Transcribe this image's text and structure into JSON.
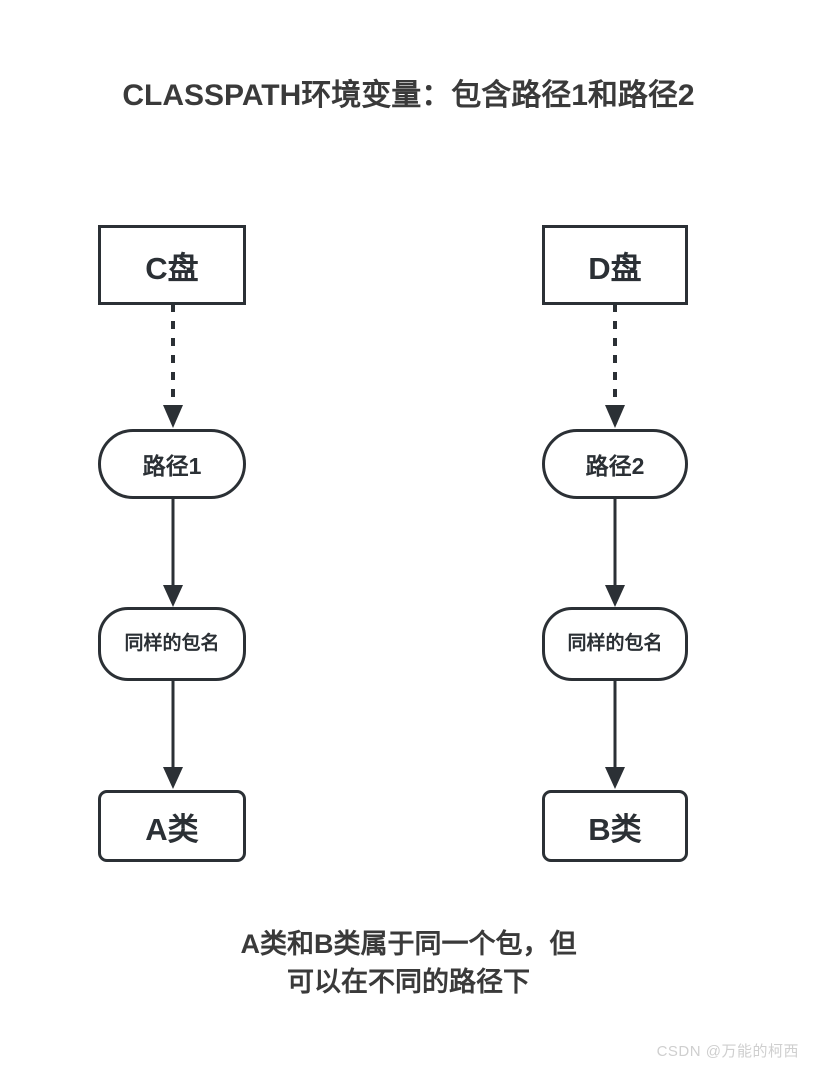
{
  "page": {
    "title": "CLASSPATH环境变量：包含路径1和路径2",
    "background_color": "#ffffff",
    "stroke_color": "#2b3035",
    "text_color": "#3a3a3a"
  },
  "caption": {
    "line1": "A类和B类属于同一个包，但",
    "line2": "可以在不同的路径下"
  },
  "watermark": {
    "text": "CSDN @万能的柯西",
    "color": "#cfcfcf"
  },
  "diagram": {
    "type": "flowchart",
    "columns": [
      {
        "id": "left",
        "nodes": [
          {
            "id": "c-drive",
            "label": "C盘",
            "shape": "rectangle"
          },
          {
            "id": "path-1",
            "label": "路径1",
            "shape": "rounded"
          },
          {
            "id": "package-left",
            "label": "同样的包名",
            "shape": "rounded"
          },
          {
            "id": "class-a",
            "label": "A类",
            "shape": "rounded-rect"
          }
        ],
        "edges": [
          {
            "from": "c-drive",
            "to": "path-1",
            "style": "dashed",
            "arrow": "filled-triangle"
          },
          {
            "from": "path-1",
            "to": "package-left",
            "style": "solid",
            "arrow": "filled-triangle"
          },
          {
            "from": "package-left",
            "to": "class-a",
            "style": "solid",
            "arrow": "filled-triangle"
          }
        ]
      },
      {
        "id": "right",
        "nodes": [
          {
            "id": "d-drive",
            "label": "D盘",
            "shape": "rectangle"
          },
          {
            "id": "path-2",
            "label": "路径2",
            "shape": "rounded"
          },
          {
            "id": "package-right",
            "label": "同样的包名",
            "shape": "rounded"
          },
          {
            "id": "class-b",
            "label": "B类",
            "shape": "rounded-rect"
          }
        ],
        "edges": [
          {
            "from": "d-drive",
            "to": "path-2",
            "style": "dashed",
            "arrow": "filled-triangle"
          },
          {
            "from": "path-2",
            "to": "package-right",
            "style": "solid",
            "arrow": "filled-triangle"
          },
          {
            "from": "package-right",
            "to": "class-b",
            "style": "solid",
            "arrow": "filled-triangle"
          }
        ]
      }
    ]
  }
}
